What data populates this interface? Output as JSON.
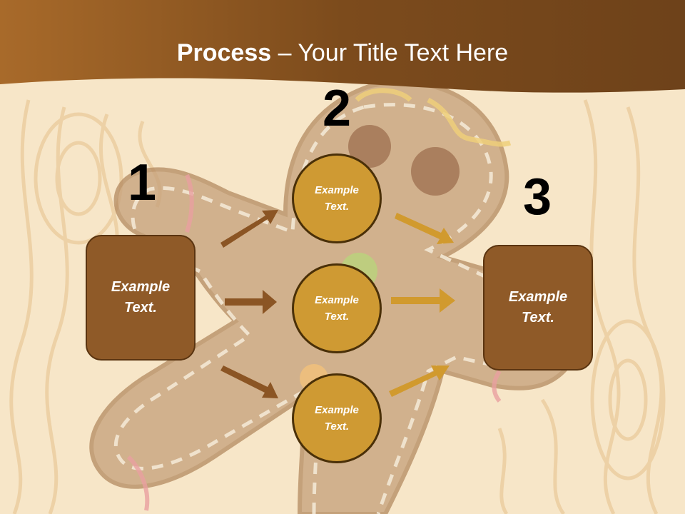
{
  "slide": {
    "title_bold": "Process",
    "title_rest": " – Your Title Text Here",
    "numbers": [
      "1",
      "2",
      "3"
    ],
    "left_box": "Example Text.",
    "right_box": "Example Text.",
    "circles": [
      "Example Text.",
      "Example Text.",
      "Example Text."
    ]
  },
  "colors": {
    "header_band": "#7a4a1c",
    "box_fill": "#8f5a28",
    "circle_fill": "#cf9a33",
    "arrow_left": "#8b5524",
    "arrow_right": "#d19a2e"
  }
}
